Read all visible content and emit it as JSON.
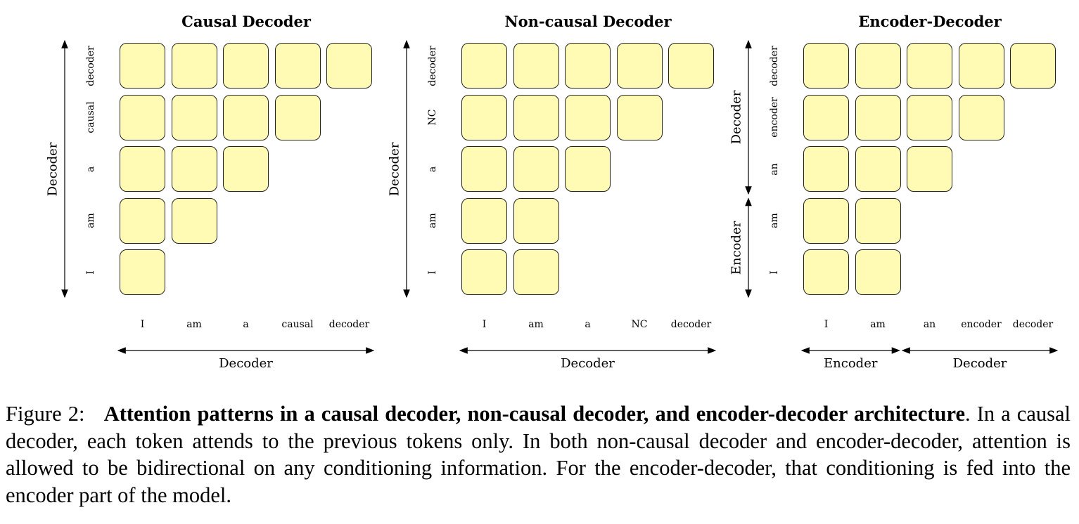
{
  "panels": [
    {
      "title": "Causal Decoder",
      "row_labels": [
        "decoder",
        "causal",
        "a",
        "am",
        "I"
      ],
      "row_counts": [
        5,
        4,
        3,
        2,
        1
      ],
      "col_labels": [
        "I",
        "am",
        "a",
        "causal",
        "decoder"
      ],
      "vertical_axis": [
        {
          "label": "Decoder",
          "rows": [
            0,
            4
          ]
        }
      ],
      "horizontal_axis": [
        {
          "label": "Decoder",
          "cols": [
            0,
            4
          ]
        }
      ]
    },
    {
      "title": "Non-causal Decoder",
      "row_labels": [
        "decoder",
        "NC",
        "a",
        "am",
        "I"
      ],
      "row_counts": [
        5,
        4,
        3,
        2,
        2
      ],
      "col_labels": [
        "I",
        "am",
        "a",
        "NC",
        "decoder"
      ],
      "vertical_axis": [
        {
          "label": "Decoder",
          "rows": [
            0,
            4
          ]
        }
      ],
      "horizontal_axis": [
        {
          "label": "Decoder",
          "cols": [
            0,
            4
          ]
        }
      ]
    },
    {
      "title": "Encoder-Decoder",
      "row_labels": [
        "decoder",
        "encoder",
        "an",
        "am",
        "I"
      ],
      "row_counts": [
        5,
        4,
        3,
        2,
        2
      ],
      "col_labels": [
        "I",
        "am",
        "an",
        "encoder",
        "decoder"
      ],
      "vertical_axis": [
        {
          "label": "Decoder",
          "rows": [
            0,
            2
          ]
        },
        {
          "label": "Encoder",
          "rows": [
            3,
            4
          ]
        }
      ],
      "horizontal_axis": [
        {
          "label": "Encoder",
          "cols": [
            0,
            1
          ]
        },
        {
          "label": "Decoder",
          "cols": [
            2,
            4
          ]
        }
      ]
    }
  ],
  "colors": {
    "cell_fill": "#fffbb5",
    "cell_border": "#222222"
  },
  "caption": {
    "prefix": "Figure 2:",
    "bold": "Attention patterns in a causal decoder, non-causal decoder, and encoder-decoder architecture",
    "text": ". In a causal decoder, each token attends to the previous tokens only. In both non-causal decoder and encoder-decoder, attention is allowed to be bidirectional on any conditioning information. For the encoder-decoder, that conditioning is fed into the encoder part of the model."
  }
}
